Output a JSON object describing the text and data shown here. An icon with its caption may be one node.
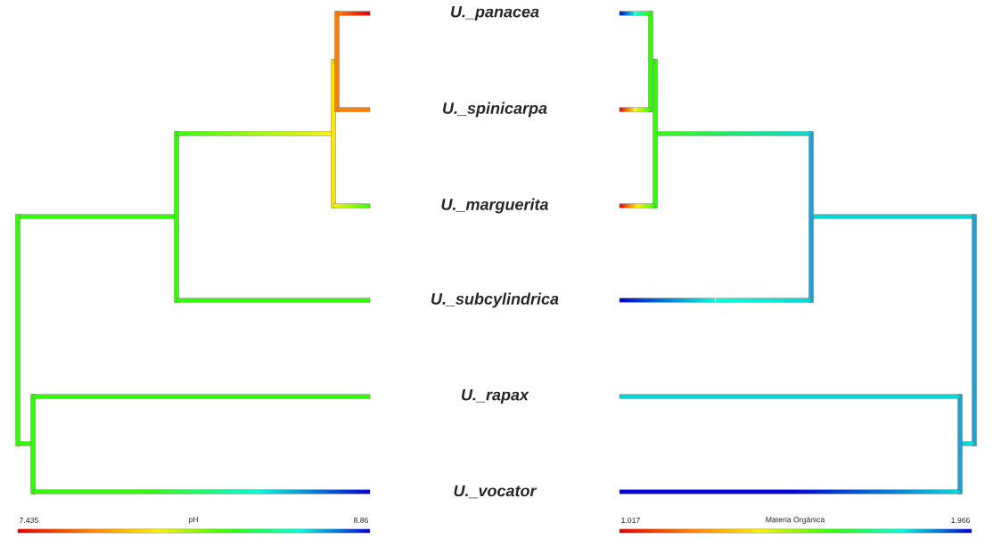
{
  "diagram": {
    "labels": [
      "U._panacea",
      "U._spinicarpa",
      "U._marguerita",
      "U._subcylindrica",
      "U._rapax",
      "U._vocator",
      "7.435",
      "pH",
      "8.86",
      "1.017",
      "Materia Orgánica",
      "1.966"
    ]
  }
}
